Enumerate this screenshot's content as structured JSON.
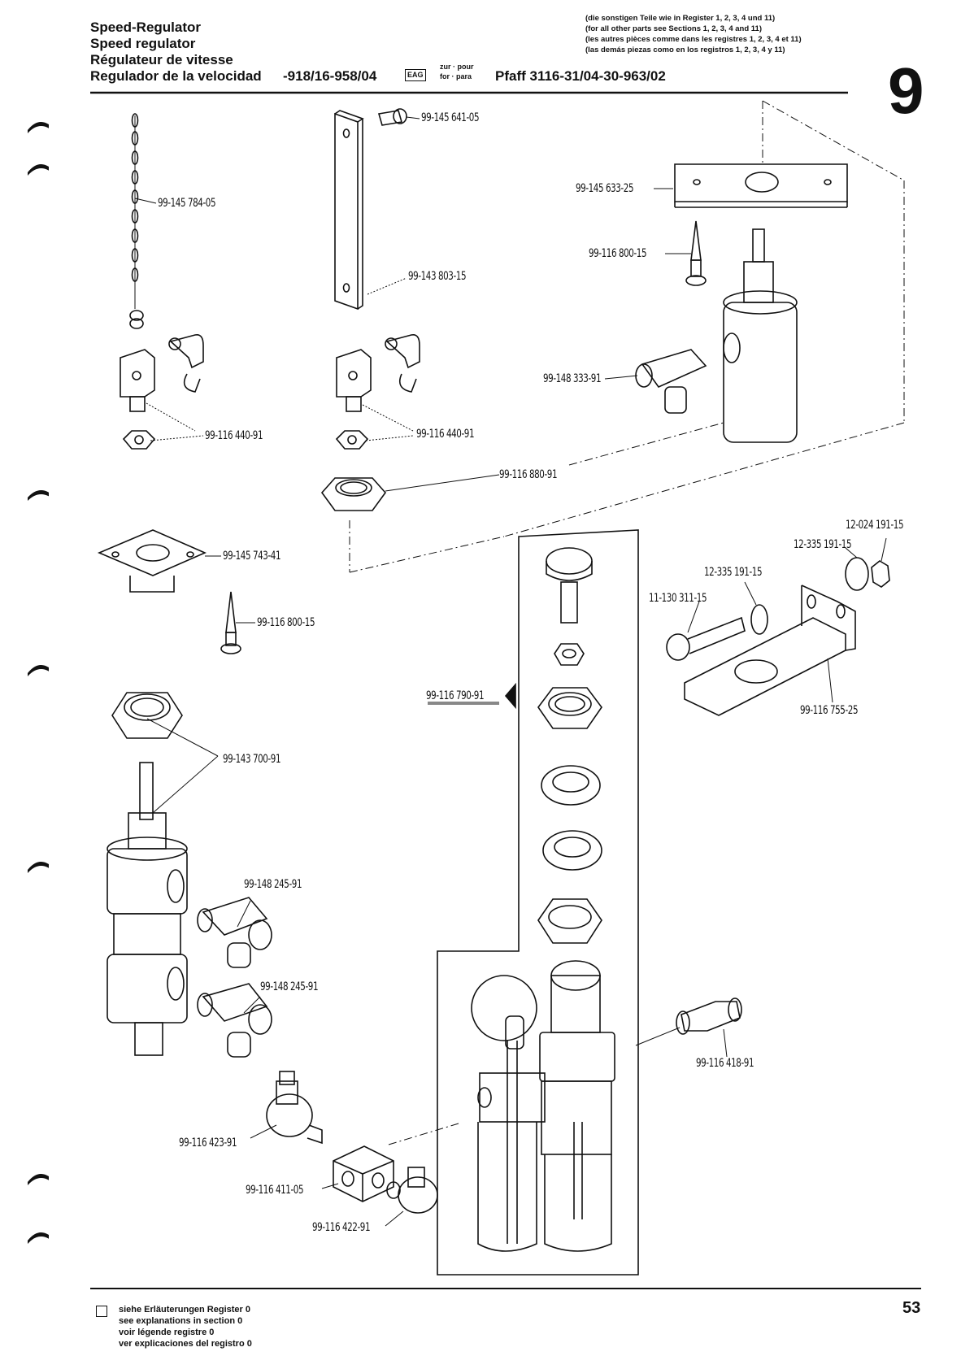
{
  "header": {
    "titles": [
      "Speed-Regulator",
      "Speed regulator",
      "Régulateur de vitesse",
      "Regulador de la velocidad"
    ],
    "code_range": "-918/16-958/04",
    "eag_box": "EAG",
    "zur_pour": "zur · pour",
    "for_para": "for · para",
    "model": "Pfaff 3116-31/04-30-963/02",
    "notes": [
      "(die sonstigen Teile wie in Register 1, 2, 3, 4 und 11)",
      "(for all other parts see Sections 1, 2, 3, 4 and 11)",
      "(les autres pièces comme dans les registres 1, 2, 3, 4 et 11)",
      "(las demás piezas como en los registros 1, 2, 3, 4 y 11)"
    ],
    "section_number": "9"
  },
  "parts": {
    "p1": "99-145 641-05",
    "p2": "99-145 784-05",
    "p3": "99-145 633-25",
    "p4": "99-116 800-15",
    "p5": "99-143 803-15",
    "p6": "99-148 333-91",
    "p7": "99-116 440-91",
    "p8": "99-116 440-91",
    "p9": "99-116 880-91",
    "p10": "12-024 191-15",
    "p11": "12-335 191-15",
    "p12": "12-335 191-15",
    "p13": "11-130 311-15",
    "p14": "99-145 743-41",
    "p15": "99-116 800-15",
    "p16": "99-116 790-91",
    "p17": "99-116 755-25",
    "p18": "99-143 700-91",
    "p19": "99-148 245-91",
    "p20": "99-148 245-91",
    "p21": "99-116 418-91",
    "p22": "99-116 423-91",
    "p23": "99-116 411-05",
    "p24": "99-116 422-91"
  },
  "footer": {
    "legend": [
      "siehe Erläuterungen Register 0",
      "see explanations in section 0",
      "voir légende registre 0",
      "ver explicaciones del registro 0"
    ],
    "page_number": "53"
  }
}
